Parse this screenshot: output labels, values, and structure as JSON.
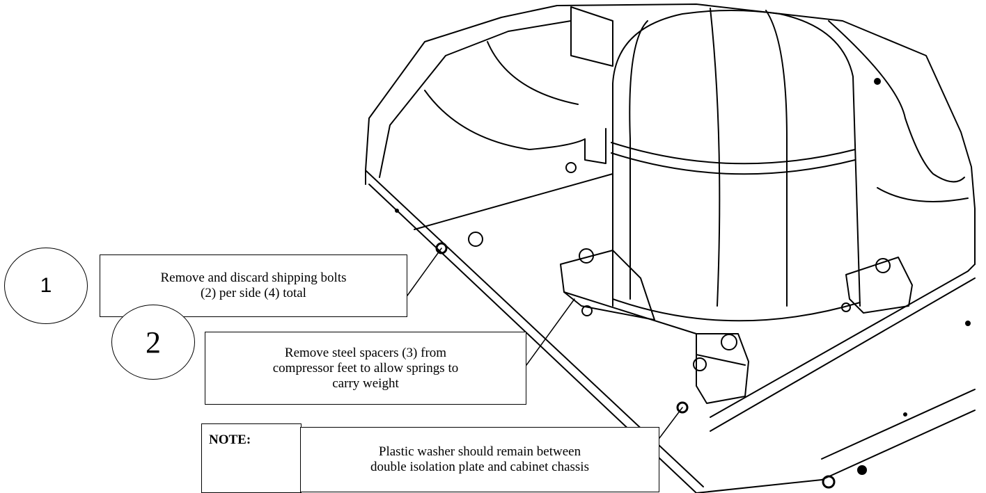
{
  "steps": [
    {
      "number": "1",
      "text_lines": [
        "Remove and discard shipping bolts",
        "(2) per side (4) total"
      ]
    },
    {
      "number": "2",
      "text_lines": [
        "Remove steel spacers (3) from",
        "compressor feet to allow springs to",
        "carry weight"
      ]
    }
  ],
  "note": {
    "label": "NOTE:",
    "text_lines": [
      "Plastic washer should remain between",
      "double isolation plate and cabinet chassis"
    ]
  }
}
